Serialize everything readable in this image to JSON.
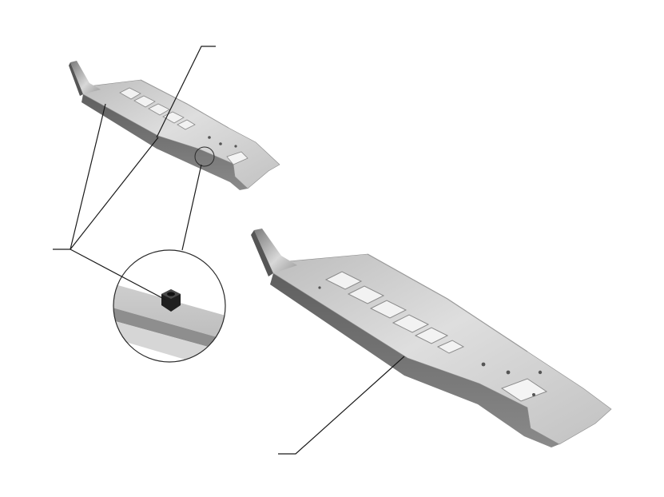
{
  "figure": {
    "type": "exploded-parts-illustration",
    "background_color": "#ffffff",
    "line_color": "#1a1a1a",
    "part_colors": {
      "metal_light": "#d4d4d4",
      "metal_mid": "#a9a9a9",
      "metal_dark": "#6e6e6e",
      "nut": "#2a2a2a"
    },
    "parts": [
      {
        "name": "skid-plate-small-view",
        "callout_label": ""
      },
      {
        "name": "skid-plate-large-view",
        "callout_label": ""
      },
      {
        "name": "nut-detail-magnifier",
        "callout_label": ""
      }
    ]
  }
}
